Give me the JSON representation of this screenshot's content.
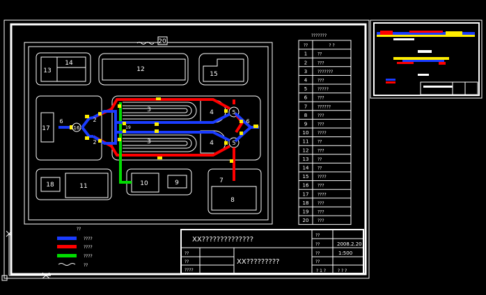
{
  "labels": {
    "scale_bar": "20",
    "bldg_13": "13",
    "bldg_14": "14",
    "bldg_12": "12",
    "bldg_15": "15",
    "bldg_17": "17",
    "bldg_6a": "6",
    "bldg_2a": "2",
    "bldg_2b": "2",
    "bldg_16": "16",
    "bldg_3a": "3",
    "bldg_3b": "3",
    "bldg_4a": "4",
    "bldg_4b": "4",
    "bldg_5a": "5",
    "bldg_5b": "5",
    "bldg_6b": "6",
    "bldg_18": "18",
    "bldg_11": "11",
    "bldg_10": "10",
    "bldg_9": "9",
    "bldg_7": "7",
    "bldg_8": "8",
    "bldg_19": "19"
  },
  "legend_table": {
    "title": "???????",
    "header": [
      "??",
      "? ?"
    ],
    "rows": [
      [
        "1",
        "??"
      ],
      [
        "2",
        "???"
      ],
      [
        "3",
        "???????"
      ],
      [
        "4",
        "???"
      ],
      [
        "5",
        "?????"
      ],
      [
        "6",
        "???"
      ],
      [
        "7",
        "??????"
      ],
      [
        "8",
        "???"
      ],
      [
        "9",
        "???"
      ],
      [
        "10",
        "????"
      ],
      [
        "11",
        "??"
      ],
      [
        "12",
        "???"
      ],
      [
        "13",
        "??"
      ],
      [
        "14",
        "??"
      ],
      [
        "15",
        "????"
      ],
      [
        "16",
        "???"
      ],
      [
        "17",
        "????"
      ],
      [
        "18",
        "???"
      ],
      [
        "19",
        "???"
      ],
      [
        "20",
        "???"
      ]
    ]
  },
  "pipe_legend": {
    "title": "??",
    "items": [
      {
        "color": "#1a3cff",
        "label": "????"
      },
      {
        "color": "#ff0000",
        "label": "????"
      },
      {
        "color": "#00dd00",
        "label": "????"
      },
      {
        "color": "wave",
        "label": "??"
      }
    ]
  },
  "title_block": {
    "company": "XX??????????????",
    "project": "XX?????????",
    "r1_label": "??",
    "r2_label": "??",
    "r2_value": "2008.2.20",
    "r3_left": "??",
    "r3_label": "??",
    "r3_value": "1:500",
    "r4_left": "??",
    "r4_label": "??",
    "r5_left": "????",
    "r5_a": "? 1 ?",
    "r5_b": "? ? ?"
  },
  "colors": {
    "blue": "#1a3cff",
    "red": "#ff0000",
    "green": "#00dd00",
    "yellow": "#ffee00",
    "line": "#ffffff"
  }
}
